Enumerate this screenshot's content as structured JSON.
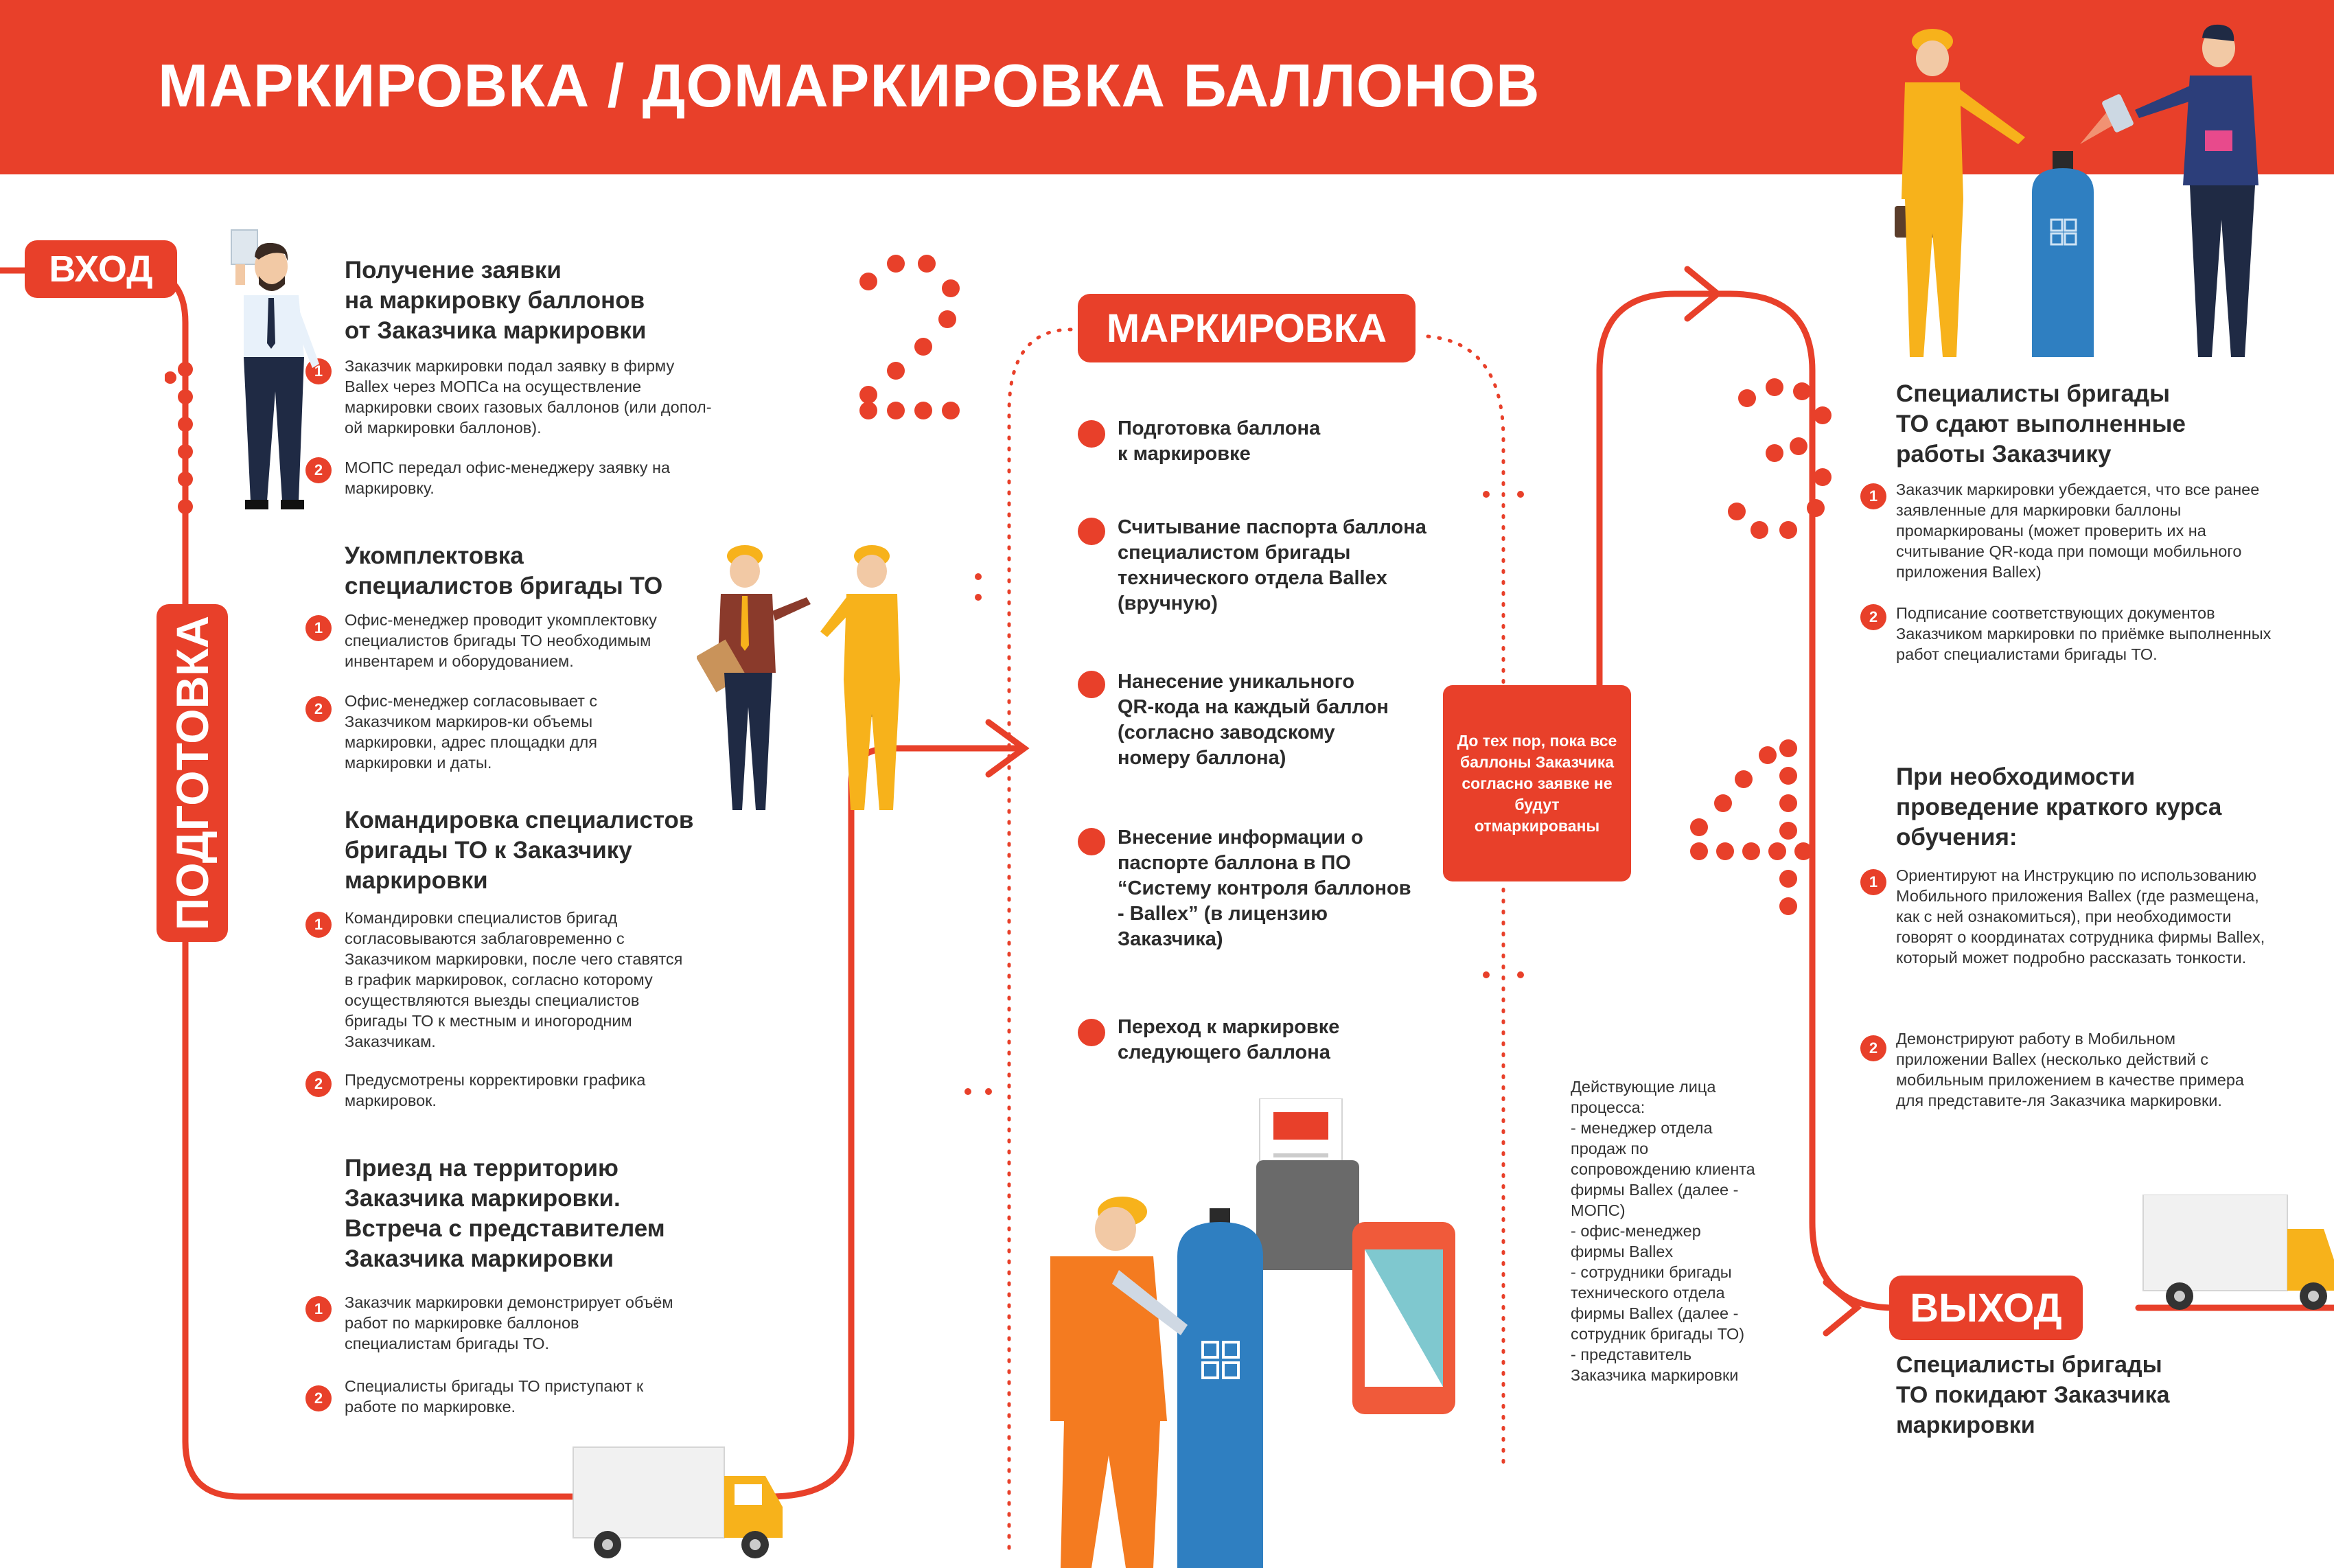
{
  "title": "МАРКИРОВКА / ДОМАРКИРОВКА БАЛЛОНОВ",
  "colors": {
    "accent": "#e8402a",
    "worker_orange": "#f47b20",
    "helmet_yellow": "#f7b21b",
    "cylinder_blue": "#2f7fc1"
  },
  "entry_label": "ВХОД",
  "prep_label": "ПОДГОТОВКА",
  "exit_label": "ВЫХОД",
  "marking_label": "МАРКИРОВКА",
  "step_numbers": [
    "1",
    "2",
    "3",
    "4"
  ],
  "sections_left": [
    {
      "heading": "Получение заявки\nна маркировку баллонов\nот Заказчика маркировки",
      "items": [
        {
          "n": "1",
          "text": "Заказчик маркировки подал заявку в фирму Ballex через МОПСа на осуществление маркировки своих газовых баллонов (или допол-ой маркировки баллонов)."
        },
        {
          "n": "2",
          "text": "МОПС передал офис-менеджеру заявку на маркировку."
        }
      ]
    },
    {
      "heading": "Укомплектовка\nспециалистов бригады ТО",
      "items": [
        {
          "n": "1",
          "text": "Офис-менеджер проводит укомплектовку специалистов бригады ТО необходимым инвентарем и оборудованием."
        },
        {
          "n": "2",
          "text": "Офис-менеджер согласовывает с Заказчиком маркиров-ки объемы маркировки, адрес площадки для маркировки и даты."
        }
      ]
    },
    {
      "heading": "Командировка специалистов\nбригады ТО к Заказчику\nмаркировки",
      "items": [
        {
          "n": "1",
          "text": "Командировки специалистов бригад согласовываются заблаговременно с Заказчиком маркировки, после чего ставятся в график маркировок, согласно которому осуществляются выезды специалистов бригады ТО к местным и иногородним Заказчикам."
        },
        {
          "n": "2",
          "text": "Предусмотрены корректировки графика маркировок."
        }
      ]
    },
    {
      "heading": "Приезд на территорию\nЗаказчика маркировки.\nВстреча с представителем\nЗаказчика маркировки",
      "items": [
        {
          "n": "1",
          "text": "Заказчик маркировки демонстрирует объём работ по маркировке баллонов специалистам бригады ТО."
        },
        {
          "n": "2",
          "text": "Специалисты бригады ТО приступают к работе по маркировке."
        }
      ]
    }
  ],
  "marking_steps": [
    "Подготовка баллона\nк маркировке",
    "Считывание паспорта баллона\nспециалистом бригады\nтехнического отдела Ballex\n(вручную)",
    "Нанесение уникального\nQR-кода на каждый баллон\n(согласно заводскому\nномеру баллона)",
    "Внесение информации о\nпаспорте баллона в ПО\n“Систему контроля баллонов\n- Ballex” (в лицензию\nЗаказчика)",
    "Переход к маркировке\nследующего баллона"
  ],
  "note": "До тех пор, пока все баллоны Заказчика согласно заявке не будут отмаркированы",
  "actors_text": "Действующие лица процесса:\n- менеджер отдела продаж по сопровождению клиента фирмы Ballex (далее - МОПС)\n- офис-менеджер фирмы Ballex\n- сотрудники бригады технического отдела фирмы Ballex (далее - сотрудник бригады ТО)\n- представитель Заказчика маркировки",
  "sections_right": [
    {
      "heading": "Специалисты бригады\nТО сдают выполненные\nработы Заказчику",
      "items": [
        {
          "n": "1",
          "text": "Заказчик маркировки убеждается, что все ранее заявленные для маркировки баллоны промаркированы (может проверить их на считывание QR-кода при помощи мобильного приложения Ballex)"
        },
        {
          "n": "2",
          "text": "Подписание соответствующих документов Заказчиком маркировки по приёмке выполненных работ специалистами бригады ТО."
        }
      ]
    },
    {
      "heading": "При необходимости\nпроведение краткого курса\nобучения:",
      "items": [
        {
          "n": "1",
          "text": "Ориентируют на Инструкцию по использованию Мобильного приложения Ballex (где размещена, как с ней ознакомиться), при необходимости говорят о координатах сотрудника  фирмы Ballex, который может подробно рассказать тонкости."
        },
        {
          "n": "2",
          "text": "Демонстрируют работу в Мобильном приложении Ballex (несколько действий с мобильным приложением в качестве примера для представите-ля Заказчика маркировки."
        }
      ]
    }
  ],
  "exit_text": "Специалисты бригады\nТО покидают Заказчика\nмаркировки"
}
